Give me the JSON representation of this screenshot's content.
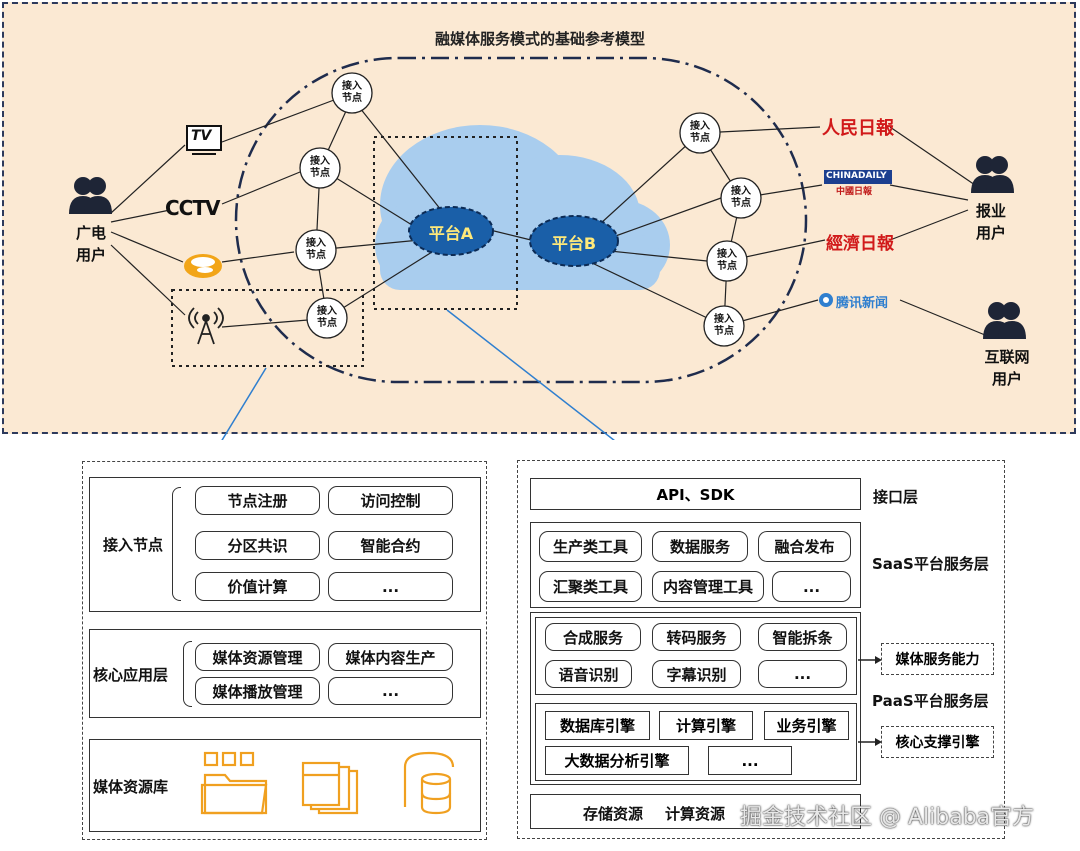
{
  "top": {
    "title": "融媒体服务模式的基础参考模型",
    "node_label": "接入\n节点",
    "platform_a": "平台A",
    "platform_b": "平台B",
    "users": {
      "broadcast": "广电\n用户",
      "newspaper": "报业\n用户",
      "internet": "互联网\n用户"
    },
    "logos": {
      "tv": "TV",
      "cctv": "CCTV",
      "renmin": "人民日報",
      "chinadaily": "CHINADAILY",
      "chinadaily_sub": "中國日報",
      "jingji": "經濟日報",
      "tencent": "腾讯新闻"
    },
    "colors": {
      "panel_bg": "#fbe9d3",
      "cloud": "#a9cdee",
      "platform": "#1a5fa8",
      "platform_text": "#ffe97a",
      "arrow": "#2f7fcf"
    }
  },
  "left": {
    "access_node": {
      "label": "接入节点",
      "items": [
        "节点注册",
        "访问控制",
        "分区共识",
        "智能合约",
        "价值计算",
        "..."
      ]
    },
    "core_app": {
      "label": "核心应用层",
      "items": [
        "媒体资源管理",
        "媒体内容生产",
        "媒体播放管理",
        "..."
      ]
    },
    "media_lib": {
      "label": "媒体资源库",
      "icons": [
        "cpu-folder-icon",
        "documents-icon",
        "database-icon"
      ]
    }
  },
  "right": {
    "api": {
      "text": "API、SDK",
      "label": "接口层"
    },
    "saas": {
      "label": "SaaS平台服务层",
      "items": [
        "生产类工具",
        "数据服务",
        "融合发布",
        "汇聚类工具",
        "内容管理工具",
        "..."
      ]
    },
    "paas_media": {
      "items": [
        "合成服务",
        "转码服务",
        "智能拆条",
        "语音识别",
        "字幕识别",
        "..."
      ],
      "side": "媒体服务能力"
    },
    "paas_label": "PaaS平台服务层",
    "paas_core": {
      "items": [
        "数据库引擎",
        "计算引擎",
        "业务引擎",
        "大数据分析引擎",
        "..."
      ],
      "side": "核心支撑引擎"
    },
    "iaas": {
      "items": [
        "存储资源",
        "计算资源"
      ]
    }
  },
  "watermark": "掘金技术社区 @ Alibaba官方"
}
